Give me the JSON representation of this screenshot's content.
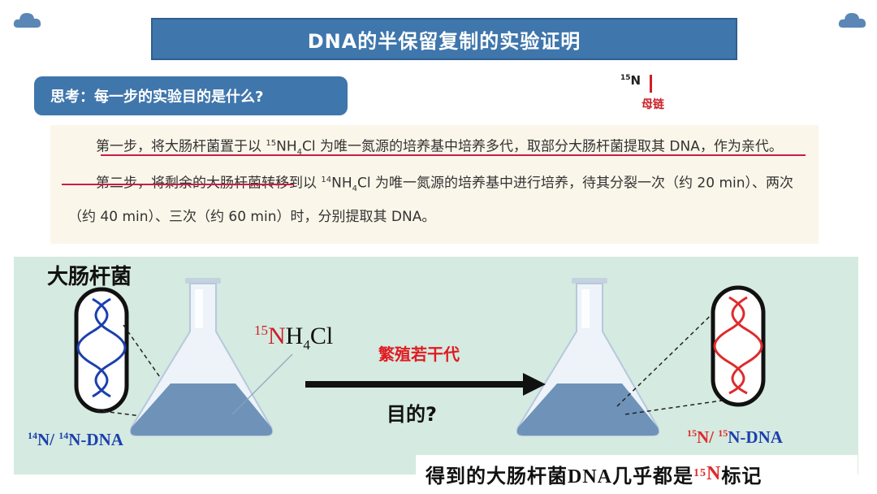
{
  "title": "DNA的半保留复制的实验证明",
  "think_prompt": "思考：每一步的实验目的是什么?",
  "strand_label": {
    "isotope_mass": "15",
    "element": "N",
    "strand": "母链"
  },
  "text_passage": {
    "step1": {
      "part1": "第一步，将大肠杆菌置于以 ",
      "sup": "15",
      "part2": "NH",
      "sub": "4",
      "part3": "Cl 为唯一氮源的培养基中培养多代，取部分大肠杆菌提取其 DNA，作为亲代。"
    },
    "step2": {
      "part1": "第二步，将剩余的大肠杆菌转移到以 ",
      "sup": "14",
      "part2": "NH",
      "sub": "4",
      "part3": "Cl 为唯一氮源的培养基中进行培养，待其分裂一次（约 20 min）、两次（约 40 min）、三次（约 60 min）时，分别提取其 DNA。"
    }
  },
  "diagram": {
    "bacteria_title": "大肠杆菌",
    "medium": {
      "sup": "15",
      "n": "N",
      "h": "H",
      "sub": "4",
      "cl": "Cl"
    },
    "process_label": "繁殖若干代",
    "question": "目的?",
    "left_dna": {
      "sup1": "14",
      "mid": "N/ ",
      "sup2": "14",
      "end": "N-DNA"
    },
    "right_dna": {
      "sup1": "15",
      "mid": "N/ ",
      "sup2": "15",
      "end": "N-DNA"
    },
    "conclusion": {
      "prefix": "得到的大肠杆菌DNA几乎都是",
      "sup": "15",
      "n": "N",
      "suffix": "标记"
    }
  },
  "colors": {
    "title_bar": "#3f76ac",
    "panel_bg": "#d5eae0",
    "accent_red": "#e02a2a",
    "dna_blue": "#1b3fae",
    "underline": "#c81d4a",
    "liquid": "#6f93b8"
  }
}
